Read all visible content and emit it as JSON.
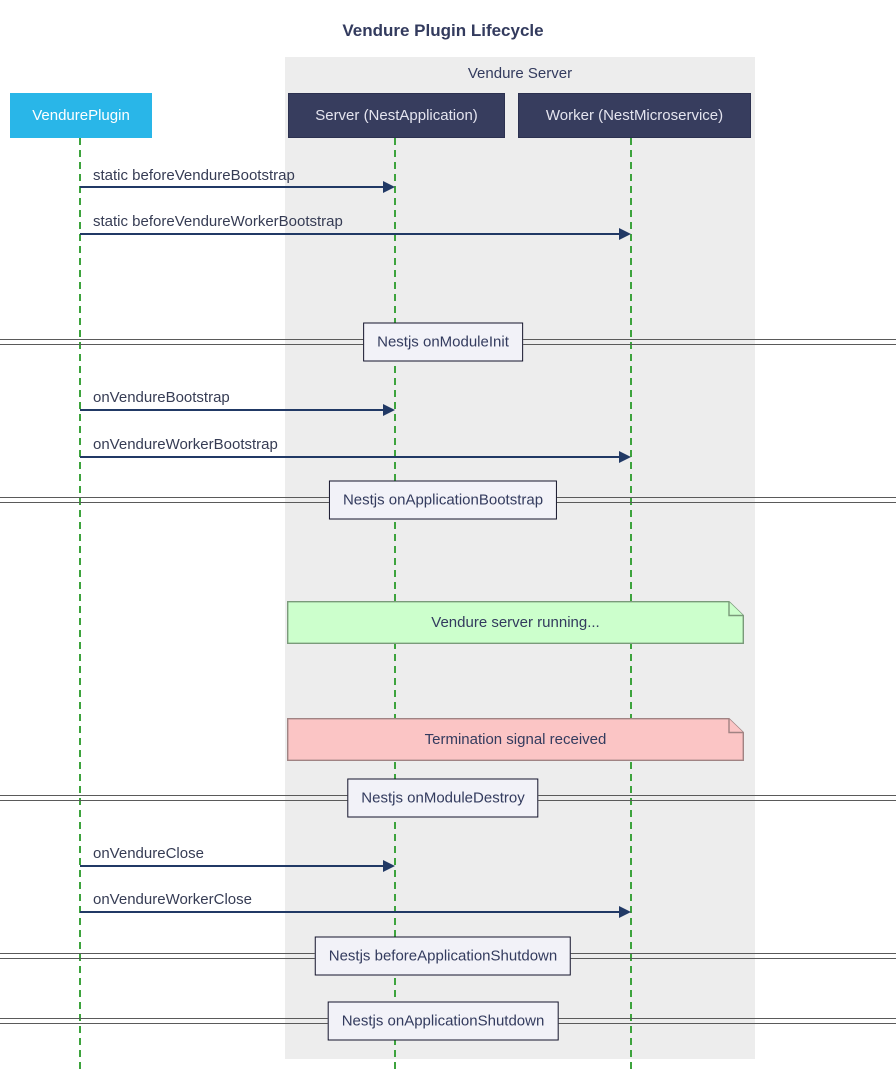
{
  "title": "Vendure Plugin Lifecycle",
  "group": {
    "label": "Vendure Server"
  },
  "actors": [
    {
      "id": "vendure-plugin",
      "label": "VendurePlugin",
      "fill": "#29b6e8",
      "text_color": "#ffffff"
    },
    {
      "id": "server",
      "label": "Server (NestApplication)",
      "fill": "#373d5e",
      "text_color": "#e4e4ef"
    },
    {
      "id": "worker",
      "label": "Worker (NestMicroservice)",
      "fill": "#373d5e",
      "text_color": "#e4e4ef"
    }
  ],
  "messages": [
    {
      "from": "VendurePlugin",
      "to": "Server (NestApplication)",
      "label": "static beforeVendureBootstrap"
    },
    {
      "from": "VendurePlugin",
      "to": "Worker (NestMicroservice)",
      "label": "static beforeVendureWorkerBootstrap"
    },
    {
      "from": "VendurePlugin",
      "to": "Server (NestApplication)",
      "label": "onVendureBootstrap"
    },
    {
      "from": "VendurePlugin",
      "to": "Worker (NestMicroservice)",
      "label": "onVendureWorkerBootstrap"
    },
    {
      "from": "VendurePlugin",
      "to": "Server (NestApplication)",
      "label": "onVendureClose"
    },
    {
      "from": "VendurePlugin",
      "to": "Worker (NestMicroservice)",
      "label": "onVendureWorkerClose"
    }
  ],
  "dividers": [
    {
      "label": "Nestjs onModuleInit"
    },
    {
      "label": "Nestjs onApplicationBootstrap"
    },
    {
      "label": "Nestjs onModuleDestroy"
    },
    {
      "label": "Nestjs beforeApplicationShutdown"
    },
    {
      "label": "Nestjs onApplicationShutdown"
    }
  ],
  "notes": [
    {
      "label": "Vendure server running...",
      "fill": "#ccffcc",
      "border": "#7a9a7a"
    },
    {
      "label": "Termination signal received",
      "fill": "#fbc5c5",
      "border": "#a08383"
    }
  ],
  "colors": {
    "title_text": "#333b5e",
    "message_text": "#363c54",
    "arrow": "#213965",
    "lifeline": "#3da33d",
    "group_background": "#ededed",
    "divider_line": "#5a5a5a",
    "divider_box_fill": "#f2f2f8",
    "divider_box_border": "#14142b"
  }
}
